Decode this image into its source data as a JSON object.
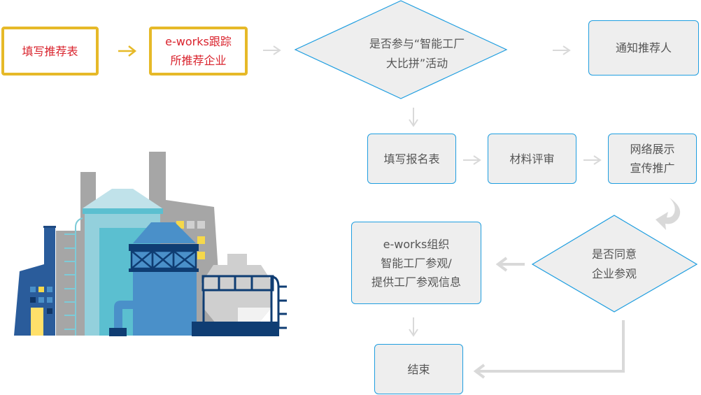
{
  "diagram": {
    "type": "flowchart",
    "colors": {
      "highlight_border": "#e6b928",
      "highlight_text": "#d9232d",
      "node_border": "#1f9ee0",
      "node_fill": "#eeeeee",
      "node_text": "#555555",
      "connector": "#d9d9d9",
      "highlight_arrow": "#e6b928"
    },
    "nodes": {
      "fill_form": {
        "label": "填写推荐表",
        "shape": "rect",
        "style": "highlight"
      },
      "track": {
        "label": "e-works跟踪\n所推荐企业",
        "shape": "rect",
        "style": "highlight"
      },
      "decision_join": {
        "label": "是否参与“智能工厂\n大比拼”活动",
        "shape": "diamond"
      },
      "notify": {
        "label": "通知推荐人",
        "shape": "rect"
      },
      "register": {
        "label": "填写报名表",
        "shape": "rect"
      },
      "review": {
        "label": "材料评审",
        "shape": "rect"
      },
      "promote": {
        "label": "网络展示\n宣传推广",
        "shape": "rect"
      },
      "decision_visit": {
        "label": "是否同意\n企业参观",
        "shape": "diamond"
      },
      "organize": {
        "label": "e-works组织\n智能工厂参观/\n提供工厂参观信息",
        "shape": "rect"
      },
      "end": {
        "label": "结束",
        "shape": "rect"
      }
    },
    "edges": [
      {
        "from": "fill_form",
        "to": "track"
      },
      {
        "from": "track",
        "to": "decision_join"
      },
      {
        "from": "decision_join",
        "to": "notify"
      },
      {
        "from": "decision_join",
        "to": "register"
      },
      {
        "from": "register",
        "to": "review"
      },
      {
        "from": "review",
        "to": "promote"
      },
      {
        "from": "promote",
        "to": "decision_visit"
      },
      {
        "from": "decision_visit",
        "to": "organize"
      },
      {
        "from": "decision_visit",
        "to": "end"
      },
      {
        "from": "organize",
        "to": "end"
      }
    ],
    "illustration": "factory-illustration"
  }
}
